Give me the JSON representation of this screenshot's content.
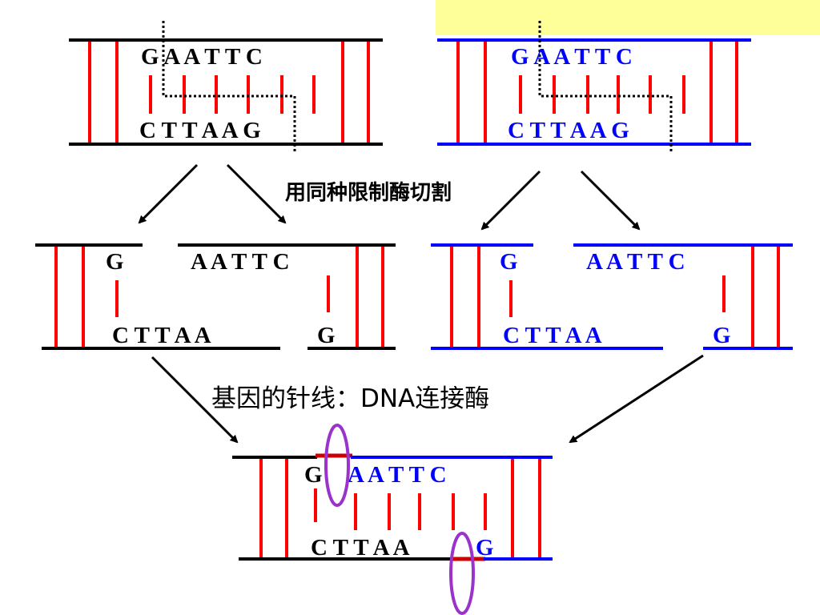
{
  "colors": {
    "black": "#000000",
    "blue": "#0000ff",
    "rung_red": "#ff0000",
    "seal_red": "#cc0000",
    "circle_purple": "#9933cc",
    "highlight_yellow": "#ffff99"
  },
  "labels": {
    "cut_caption": "用同种限制酶切割",
    "ligase_caption": "基因的针线：DNA连接酶"
  },
  "sequences": {
    "top_left": {
      "top_strand": "G A A T T C",
      "bottom_strand": "C T T A A G"
    },
    "top_right": {
      "top_strand": "G A A T T C",
      "bottom_strand": "C T T A A G"
    },
    "mid_left": {
      "top_left_end": "G",
      "top_right_end": "A A T T C",
      "bottom_left_end": "C T T A A",
      "bottom_right_end": "G"
    },
    "mid_right": {
      "top_left_end": "G",
      "top_right_end": "A A T T C",
      "bottom_left_end": "C T T A A",
      "bottom_right_end": "G"
    },
    "bottom": {
      "top_black_base": "G",
      "top_blue_bases": "A A T T C",
      "bottom_black_bases": "C T T A A",
      "bottom_blue_base": "G"
    }
  }
}
